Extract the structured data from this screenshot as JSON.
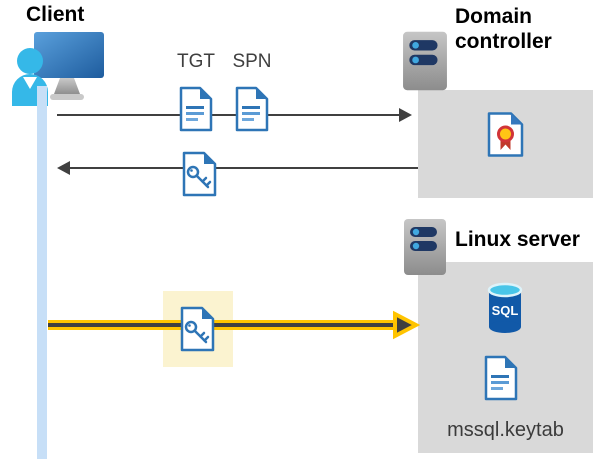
{
  "labels": {
    "client": "Client",
    "domain_controller": "Domain controller",
    "linux_server": "Linux server",
    "tgt": "TGT",
    "spn": "SPN",
    "sql": "SQL",
    "keytab": "mssql.keytab"
  },
  "colors": {
    "arrow_gray": "#404040",
    "yellow_arrow": "#ffc400",
    "highlight_yellow": "#fbf3d0",
    "box_gray": "#d9d9d9",
    "client_lifeline_blue": "#c7dff7",
    "document_blue": "#2e75b6",
    "document_line_light_blue": "#6fa8dc",
    "sql_body_blue": "#1159a8",
    "sql_top_cyan": "#49c5e8",
    "certificate_red": "#c0392b",
    "certificate_gold": "#ffc515",
    "server_pill_navy": "#1f3864",
    "server_dot_cyan": "#41a8e0",
    "person_cyan": "#35b8e8"
  }
}
